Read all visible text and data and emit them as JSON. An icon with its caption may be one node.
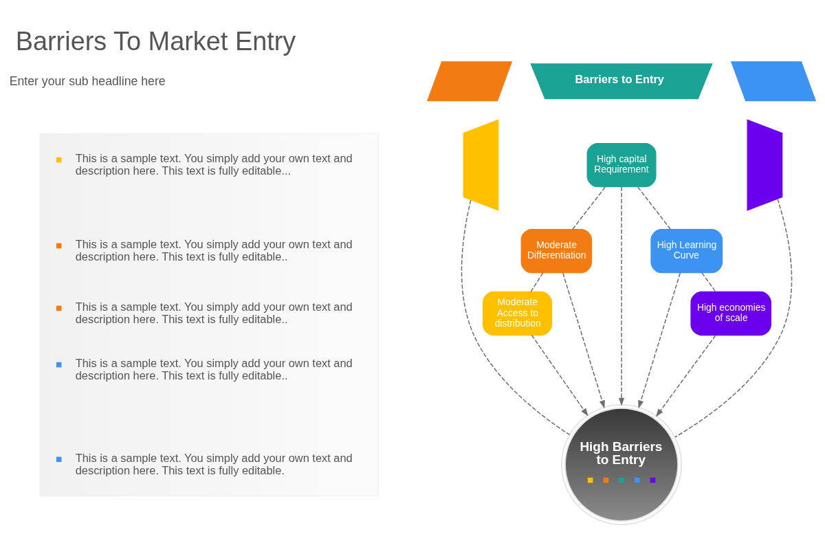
{
  "diagram": {
    "title": "Barriers To Market Entry",
    "nodes": [
      {
        "text": [],
        "shape": "box"
      },
      {
        "text": [
          "This is a sample text. You simply add your own text and description here. This text is fully editable..."
        ],
        "in": 0
      },
      {
        "text": [
          "This is a sample text. You simply add your own text and description here. This text is fully editable.."
        ],
        "in": 0
      },
      {
        "text": [
          "This is a sample text. You simply add your own text and description here. This text is fully editable.."
        ],
        "in": 0
      },
      {
        "text": [
          "This is a sample text. You simply add your own text and description here. This text is fully editable.."
        ],
        "in": 0
      },
      {
        "text": [
          "This is a sample text. You simply add your own text and description here. This text is fully editable."
        ],
        "in": 0
      },
      {
        "text": [],
        "shape": "arc"
      },
      {
        "text": [],
        "shape": "arc"
      },
      {
        "text": [
          "Barriers to Entry"
        ]
      },
      {
        "text": [],
        "shape": "arc"
      },
      {
        "text": [],
        "shape": "arc"
      },
      {
        "text": [
          "Moderate Access to distribution"
        ]
      },
      {
        "text": [
          "Moderate Differentiation"
        ]
      },
      {
        "text": [
          "High capital Requirement"
        ]
      },
      {
        "text": [
          "High Learning Curve"
        ]
      },
      {
        "text": [
          "High economies of scale"
        ]
      },
      {
        "text": [
          "High Barriers to Entry"
        ]
      }
    ],
    "edges": [
      {
        "from": 11,
        "to": 16,
        "arrow": "to",
        "style": "dashed"
      },
      {
        "from": 12,
        "to": 16,
        "arrow": "to",
        "style": "dashed"
      },
      {
        "from": 13,
        "to": 16,
        "arrow": "to",
        "style": "dashed"
      },
      {
        "from": 14,
        "to": 16,
        "arrow": "to",
        "style": "dashed"
      },
      {
        "from": 15,
        "to": 16,
        "arrow": "to",
        "style": "dashed"
      },
      {
        "from": 12,
        "to": 11,
        "arrow": "none",
        "style": "dashed"
      },
      {
        "from": 13,
        "to": 12,
        "arrow": "none",
        "style": "dashed"
      },
      {
        "from": 13,
        "to": 14,
        "arrow": "none",
        "style": "dashed"
      },
      {
        "from": 14,
        "to": 15,
        "arrow": "none",
        "style": "dashed"
      },
      {
        "from": 6,
        "to": 16,
        "arrow": "none",
        "style": "dashed"
      },
      {
        "from": 10,
        "to": 16,
        "arrow": "none",
        "style": "dashed"
      }
    ],
    "labels": [
      "Enter your sub headline here"
    ]
  }
}
